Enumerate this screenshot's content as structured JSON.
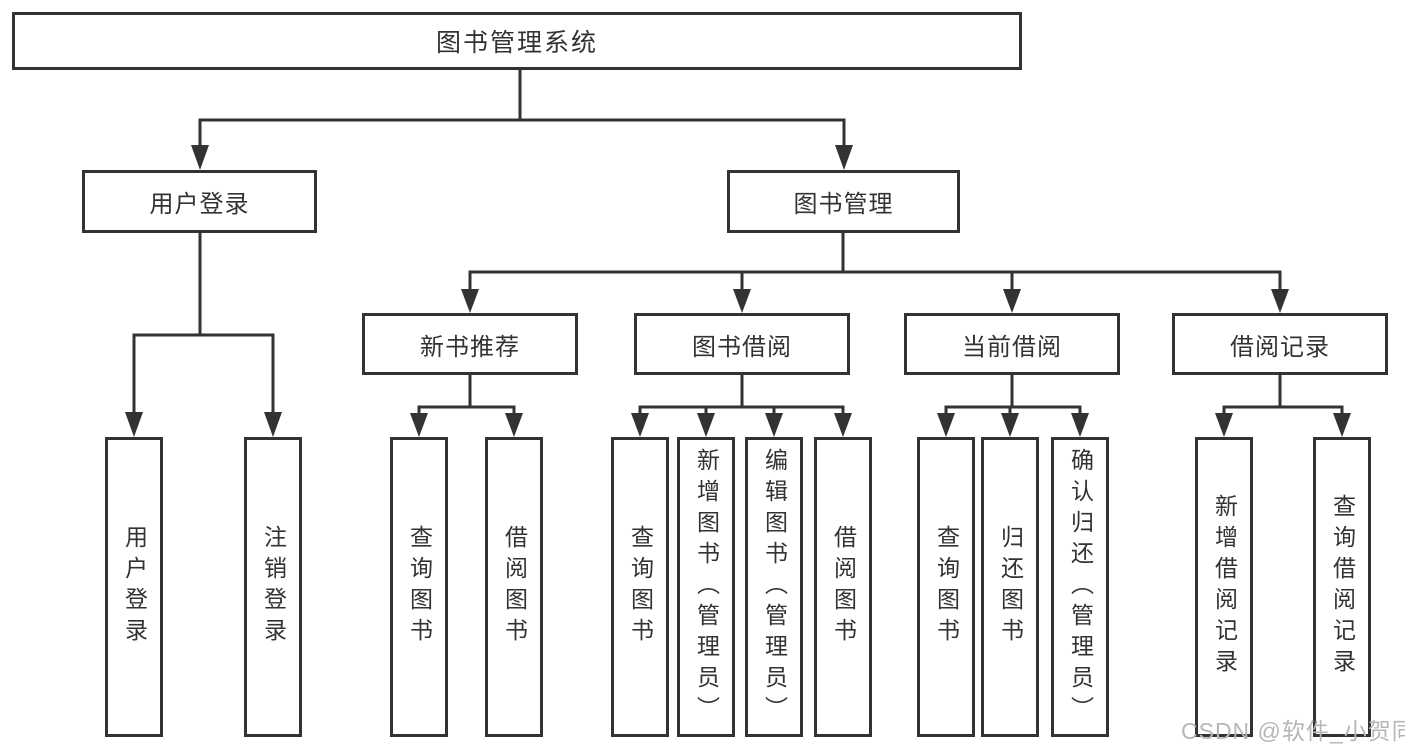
{
  "diagram": {
    "root": "图书管理系统",
    "level1": [
      "用户登录",
      "图书管理"
    ],
    "level2": [
      "新书推荐",
      "图书借阅",
      "当前借阅",
      "借阅记录"
    ],
    "leaves": [
      "用户登录",
      "注销登录",
      "查询图书",
      "借阅图书",
      "查询图书",
      "新增图书（管理员）",
      "编辑图书（管理员）",
      "借阅图书",
      "查询图书",
      "归还图书",
      "确认归还（管理员）",
      "新增借阅记录",
      "查询借阅记录"
    ]
  },
  "watermark": "CSDN @软件_小贺同学",
  "colors": {
    "line": "#333333",
    "text": "#333333",
    "background": "#ffffff",
    "watermark": "#b4b7bb"
  }
}
